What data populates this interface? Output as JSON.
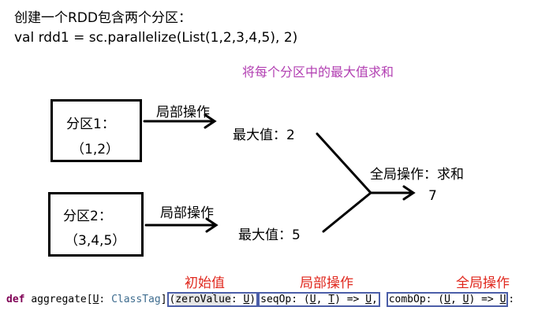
{
  "header": {
    "line1": "创建一个RDD包含两个分区：",
    "line2": "val rdd1 = sc.parallelize(List(1,2,3,4,5), 2)",
    "subtitle": "将每个分区中的最大值求和"
  },
  "partitions": [
    {
      "label": "分区1：",
      "values": "（1,2）",
      "op_label": "局部操作",
      "result": "最大值：2"
    },
    {
      "label": "分区2：",
      "values": "（3,4,5）",
      "op_label": "局部操作",
      "result": "最大值：5"
    }
  ],
  "global": {
    "op_label": "全局操作：求和",
    "result": "7"
  },
  "annotations": {
    "zero": "初始值",
    "seq": "局部操作",
    "comb": "全局操作"
  },
  "code": {
    "def": "def",
    "name": "aggregate",
    "bracket_open": "[",
    "U": "U",
    "colon_space": ": ",
    "classtag": "ClassTag",
    "bracket_close": "]",
    "paren_open": "(",
    "zero_a": "zeroVa",
    "zero_b": "lue",
    "zero_colon": ": ",
    "zero_type": "U",
    "paren_close": ")",
    "seq_text": "seqOp: (",
    "seq_U": "U",
    "comma": ", ",
    "seq_T": "T",
    "seq_arrow": ") => ",
    "seq_ret": "U",
    "seq_tail": ",",
    "comb_text": "combOp: (",
    "comb_U1": "U",
    "comb_comma": ", ",
    "comb_U2": "U",
    "comb_arrow": ") => ",
    "comb_ret": "U",
    "comb_tail": ":"
  }
}
